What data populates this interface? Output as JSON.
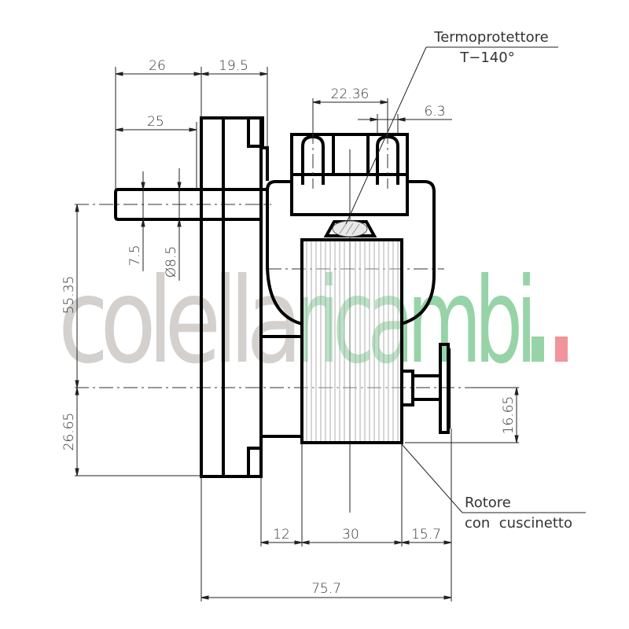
{
  "drawing": {
    "subject": "Gearmotor technical dimension drawing",
    "units": "mm"
  },
  "labels": {
    "thermal_protector_title": "Termoprotettore",
    "thermal_protector_rating": "T−140°",
    "rotor_line1": "Rotore",
    "rotor_line2": "con  cuscinetto"
  },
  "dimensions": {
    "shaft_length_top": "26",
    "gearbox_width": "19.5",
    "shaft_length": "25",
    "terminal_spacing": "22.36",
    "terminal_width": "6.3",
    "shaft_flat": "7.5",
    "shaft_diameter": "Ø8.5",
    "shaft_to_rotor_axis": "55.35",
    "rotor_axis_to_bottom": "26.65",
    "rotor_axis_to_rotor_bottom": "16.65",
    "spacer_width": "12",
    "rotor_width": "30",
    "rotor_overhang": "15.7",
    "overall_width": "75.7"
  },
  "watermark": {
    "part1": "colella",
    "part2": "ricambi",
    "part3": "..",
    "colors": {
      "part1": "#d3d0cd",
      "part2": "#96d4a8",
      "part3": "#f0939a"
    }
  }
}
